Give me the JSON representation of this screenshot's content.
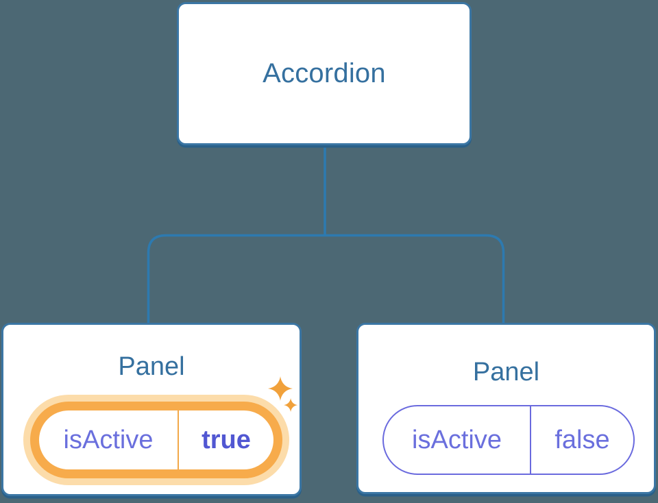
{
  "diagram": {
    "description": "React component tree diagram showing state ownership",
    "tree": {
      "root": {
        "label": "Accordion"
      },
      "children": [
        {
          "label": "Panel",
          "state": {
            "key": "isActive",
            "value": "true",
            "highlighted": true
          }
        },
        {
          "label": "Panel",
          "state": {
            "key": "isActive",
            "value": "false",
            "highlighted": false
          }
        }
      ]
    },
    "icons": {
      "sparkles": "sparkles-icon"
    },
    "colors": {
      "background": "#4c6874",
      "node_fill": "#ffffff",
      "node_border": "#3b76a4",
      "node_shadow": "#2a6089",
      "connector": "#2d7ab0",
      "title_text": "#35709f",
      "state_text": "#6a6fdd",
      "state_value_bold": "#5157d2",
      "pill_border_inactive": "#6a6ade",
      "pill_border_active": "#f7ab4b",
      "pill_glow_active": "#fcdcaa",
      "sparkle": "#f1a13b"
    }
  }
}
